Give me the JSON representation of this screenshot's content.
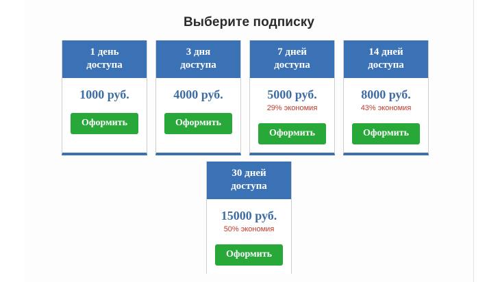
{
  "page": {
    "title": "Выберите подписку"
  },
  "plans": {
    "primary": [
      {
        "duration": "1 день\nдоступа",
        "duration_line1": "1 день",
        "duration_line2": "доступа",
        "price": "1000 руб.",
        "savings": "",
        "cta_label": "Оформить"
      },
      {
        "duration": "3 дня\nдоступа",
        "duration_line1": "3 дня",
        "duration_line2": "доступа",
        "price": "4000 руб.",
        "savings": "",
        "cta_label": "Оформить"
      },
      {
        "duration": "7 дней\nдоступа",
        "duration_line1": "7 дней",
        "duration_line2": "доступа",
        "price": "5000 руб.",
        "savings": "29% экономия",
        "cta_label": "Оформить"
      },
      {
        "duration": "14 дней\nдоступа",
        "duration_line1": "14 дней",
        "duration_line2": "доступа",
        "price": "8000 руб.",
        "savings": "43% экономия",
        "cta_label": "Оформить"
      }
    ],
    "secondary": [
      {
        "duration": "30 дней\nдоступа",
        "duration_line1": "30 дней",
        "duration_line2": "доступа",
        "price": "15000 руб.",
        "savings": "50% экономия",
        "cta_label": "Оформить"
      }
    ]
  },
  "colors": {
    "header_blue": "#3a72b5",
    "footer_rule_blue": "#3c71ad",
    "price_blue": "#3e6da3",
    "cta_green": "#27a839",
    "savings_red": "#c0392b",
    "card_border_gray": "#cfcfcf",
    "title_text": "#2b2b2b",
    "page_background": "#ffffff"
  }
}
